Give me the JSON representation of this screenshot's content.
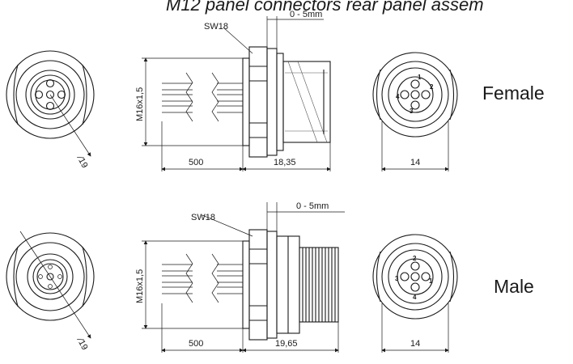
{
  "title": "M12 panel connectors rear panel assem",
  "female": {
    "label": "Female",
    "wrench": "SW18",
    "adjust": "0 - 5mm",
    "thread": "M16x1,5",
    "cable_length": "500",
    "body_length": "18,35",
    "face_width": "14",
    "diameter": "∕19",
    "pins": [
      "1",
      "2",
      "3",
      "4"
    ]
  },
  "male": {
    "label": "Male",
    "wrench": "SW18",
    "adjust": "0 - 5mm",
    "thread": "M16x1,5",
    "cable_length": "500",
    "body_length": "19,65",
    "face_width": "14",
    "diameter": "∕19",
    "pins": [
      "1",
      "2",
      "3",
      "4"
    ]
  }
}
